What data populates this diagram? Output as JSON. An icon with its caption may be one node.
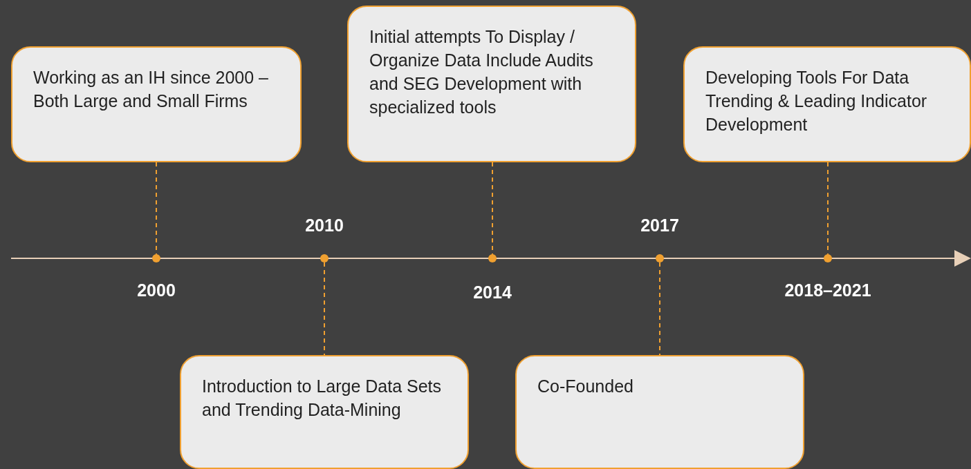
{
  "diagram": {
    "nodes": [
      {
        "text": [
          "Working as an IH since 2000 – Both Large and Small Firms"
        ]
      },
      {
        "text": [
          "Initial attempts To Display / Organize Data Include Audits and SEG Development with specialized tools"
        ]
      },
      {
        "text": [
          "Developing Tools For Data Trending & Leading Indicator Development"
        ]
      },
      {
        "text": [
          "Introduction to Large Data Sets and Trending Data-Mining"
        ]
      },
      {
        "text": [
          "Co-Founded"
        ]
      },
      {
        "text": [],
        "shape": "circle",
        "beside": [
          "2000"
        ]
      },
      {
        "text": [],
        "shape": "circle",
        "beside": [
          "2010"
        ]
      },
      {
        "text": [],
        "shape": "circle",
        "beside": [
          "2014"
        ]
      },
      {
        "text": [],
        "shape": "circle",
        "beside": [
          "2017"
        ]
      },
      {
        "text": [],
        "shape": "circle",
        "beside": [
          "2018–2021"
        ]
      }
    ],
    "edges": [
      {
        "from": 0,
        "to": 5,
        "arrow": "none",
        "style": "dashed"
      },
      {
        "from": 1,
        "to": 7,
        "arrow": "none",
        "style": "dashed"
      },
      {
        "from": 2,
        "to": 9,
        "arrow": "none",
        "style": "dashed"
      },
      {
        "from": 6,
        "to": 3,
        "arrow": "none",
        "style": "dashed"
      },
      {
        "from": 8,
        "to": 4,
        "arrow": "none",
        "style": "dashed"
      }
    ]
  }
}
